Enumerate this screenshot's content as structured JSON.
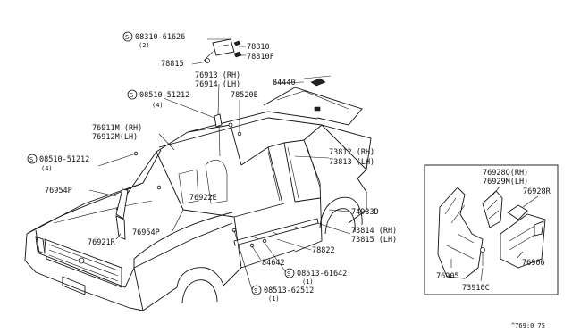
{
  "screw_symbol": "S",
  "labels": {
    "b_08310_61626": "08310-61626",
    "b_08310_61626_qty": "(2)",
    "p78810": "78810",
    "p78810F": "78810F",
    "p78815": "78815",
    "p76913": "76913 (RH)",
    "p76914": "76914 (LH)",
    "p84440": "84440",
    "b_08510_51212a": "08510-51212",
    "b_08510_51212a_qty": "(4)",
    "p78520E": "78520E",
    "p76911M": "76911M (RH)",
    "p76912M": "76912M(LH)",
    "b_08510_51212b": "08510-51212",
    "b_08510_51212b_qty": "(4)",
    "p73812": "73812 (RH)",
    "p73813": "73813 (LH)",
    "p76954P_a": "76954P",
    "p76922E": "76922E",
    "p74933D": "74933D",
    "p73814": "73814 (RH)",
    "p73815": "73815 (LH)",
    "p76954P_b": "76954P",
    "p76921R": "76921R",
    "p78822": "78822",
    "p84642": "84642",
    "b_08513_61642": "08513-61642",
    "b_08513_61642_qty": "(1)",
    "b_08513_62512": "08513-62512",
    "b_08513_62512_qty": "(1)",
    "p76928Q": "76928Q(RH)",
    "p76929M": "76929M(LH)",
    "p76928R": "76928R",
    "p76905": "76905",
    "p76906": "76906",
    "p73910C": "73910C",
    "diagram_ref": "^769:0 75"
  }
}
